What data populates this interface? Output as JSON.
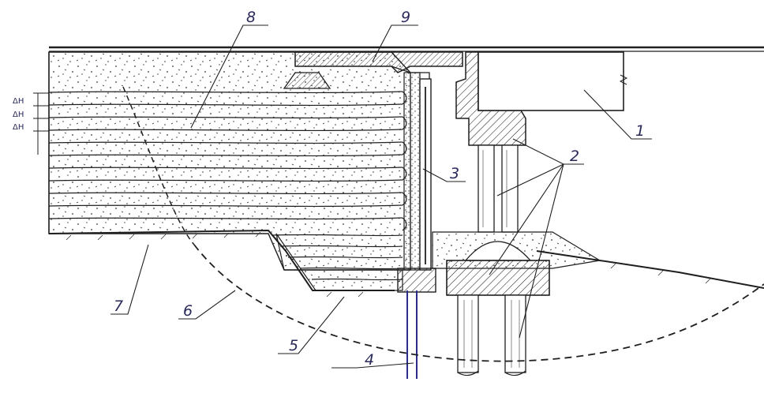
{
  "diagram": {
    "callouts": [
      {
        "id": "1",
        "label": "1"
      },
      {
        "id": "2",
        "label": "2"
      },
      {
        "id": "3",
        "label": "3"
      },
      {
        "id": "4",
        "label": "4"
      },
      {
        "id": "5",
        "label": "5"
      },
      {
        "id": "6",
        "label": "6"
      },
      {
        "id": "7",
        "label": "7"
      },
      {
        "id": "8",
        "label": "8"
      },
      {
        "id": "9",
        "label": "9"
      }
    ],
    "layer_marks": [
      "ΔH",
      "ΔH",
      "ΔH"
    ],
    "colors": {
      "ink": "#1f1f1f",
      "label_ink": "#2a2a5a",
      "rod": "#2c2c8c",
      "paper": "#ffffff"
    }
  }
}
